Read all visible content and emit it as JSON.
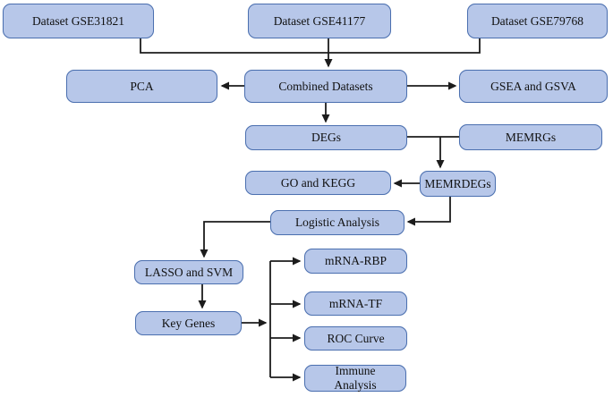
{
  "diagram": {
    "type": "flowchart",
    "background_color": "#ffffff",
    "node_fill_color": "#b7c7e9",
    "node_border_color": "#4c70b0",
    "connector_color": "#1c1c1c",
    "text_color": "#111111",
    "nodes": {
      "gse31821": {
        "label": "Dataset GSE31821"
      },
      "gse41177": {
        "label": "Dataset GSE41177"
      },
      "gse79768": {
        "label": "Dataset GSE79768"
      },
      "pca": {
        "label": "PCA"
      },
      "combined": {
        "label": "Combined Datasets"
      },
      "gsea_gsva": {
        "label": "GSEA and GSVA"
      },
      "degs": {
        "label": "DEGs"
      },
      "memrgs": {
        "label": "MEMRGs"
      },
      "go_kegg": {
        "label": "GO and KEGG"
      },
      "memrdegs": {
        "label": "MEMRDEGs"
      },
      "logistic": {
        "label": "Logistic Analysis"
      },
      "lasso_svm": {
        "label": "LASSO and SVM"
      },
      "key_genes": {
        "label": "Key Genes"
      },
      "mrna_rbp": {
        "label": "mRNA-RBP"
      },
      "mrna_tf": {
        "label": "mRNA-TF"
      },
      "roc_curve": {
        "label": "ROC Curve"
      },
      "immune_analysis": {
        "label": "Immune\nAnalysis"
      }
    },
    "edges": [
      {
        "from": "gse31821",
        "to": "combined"
      },
      {
        "from": "gse41177",
        "to": "combined"
      },
      {
        "from": "gse79768",
        "to": "combined"
      },
      {
        "from": "combined",
        "to": "pca"
      },
      {
        "from": "combined",
        "to": "gsea_gsva"
      },
      {
        "from": "combined",
        "to": "degs"
      },
      {
        "from": "degs",
        "to": "memrdegs"
      },
      {
        "from": "memrgs",
        "to": "memrdegs"
      },
      {
        "from": "memrdegs",
        "to": "go_kegg"
      },
      {
        "from": "memrdegs",
        "to": "logistic"
      },
      {
        "from": "logistic",
        "to": "lasso_svm"
      },
      {
        "from": "lasso_svm",
        "to": "key_genes"
      },
      {
        "from": "key_genes",
        "to": "mrna_rbp"
      },
      {
        "from": "key_genes",
        "to": "mrna_tf"
      },
      {
        "from": "key_genes",
        "to": "roc_curve"
      },
      {
        "from": "key_genes",
        "to": "immune_analysis"
      }
    ]
  }
}
